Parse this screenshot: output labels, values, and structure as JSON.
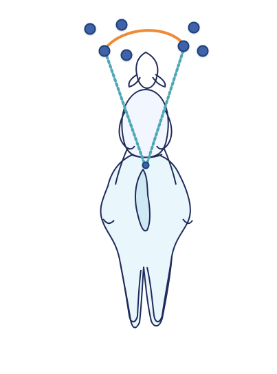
{
  "diagram": {
    "title": "",
    "colors": {
      "axis": "#b23b3b",
      "arc": "#f08a35",
      "cone": "#4fa7b6",
      "dot_fill": "#3f62a8",
      "dot_stroke": "#1f3f7a",
      "outline": "#1f2b5a",
      "horse_fill": "#e9f6fb"
    },
    "icons": {
      "horse_rider": "horse-and-rider-rear-view",
      "axes": "balance-axis-lines",
      "arc": "arc-indicator",
      "cone": "view-cone",
      "points": "dot-marker"
    },
    "points_count": 8
  }
}
